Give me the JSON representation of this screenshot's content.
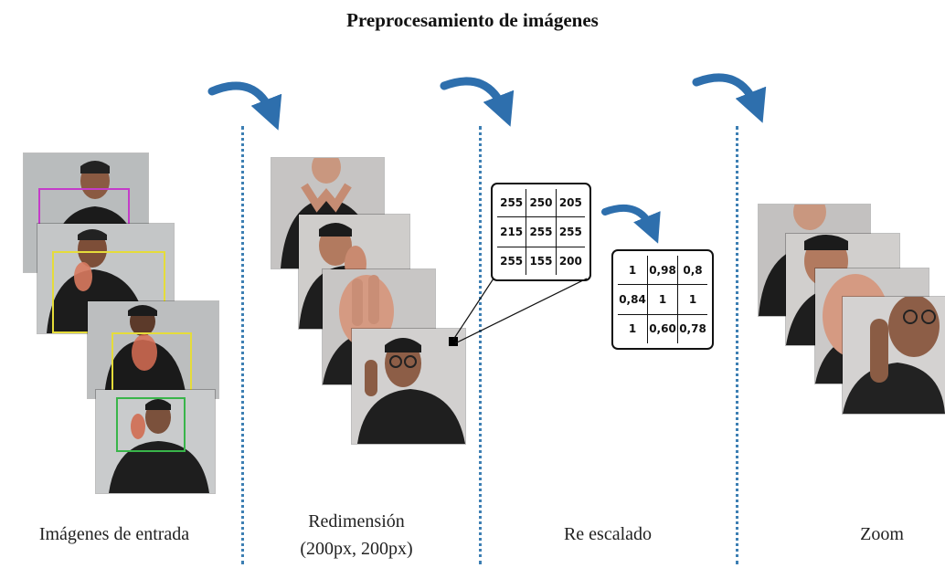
{
  "title": "Preprocesamiento de imágenes",
  "stages": [
    {
      "label": "Imágenes de entrada"
    },
    {
      "label_line1": "Redimensión",
      "label_line2": "(200px, 200px)"
    },
    {
      "label": "Re escalado"
    },
    {
      "label": "Zoom"
    }
  ],
  "pixel_matrix": {
    "rows": [
      [
        "255",
        "250",
        "205"
      ],
      [
        "215",
        "255",
        "255"
      ],
      [
        "255",
        "155",
        "200"
      ]
    ]
  },
  "scaled_matrix": {
    "rows": [
      [
        "1",
        "0,98",
        "0,8"
      ],
      [
        "0,84",
        "1",
        "1"
      ],
      [
        "1",
        "0,60",
        "0,78"
      ]
    ]
  },
  "colors": {
    "arrow": "#2e6fad",
    "divider": "#3d7fb3",
    "bbox_magenta": "#c43cc9",
    "bbox_yellow": "#e5dc3a",
    "bbox_green": "#39b54a"
  },
  "icons": [
    "curved-arrow-icon"
  ]
}
